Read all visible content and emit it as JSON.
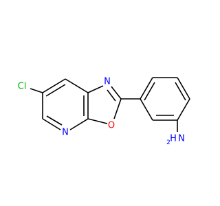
{
  "molecule": {
    "atoms": {
      "cl": {
        "symbol": "Cl",
        "color": "#00b400"
      },
      "n_oxazole": {
        "symbol": "N",
        "color": "#0000ff"
      },
      "o_oxazole": {
        "symbol": "O",
        "color": "#ff0000"
      },
      "n_pyridine": {
        "symbol": "N",
        "color": "#0000ff"
      },
      "amine_n": {
        "symbol": "N",
        "color": "#0000ff"
      },
      "amine_h": {
        "symbol": "H",
        "color": "#0000ff"
      },
      "amine_h2": {
        "symbol": "2",
        "color": "#0000ff"
      }
    },
    "bond_color": "#000000"
  }
}
